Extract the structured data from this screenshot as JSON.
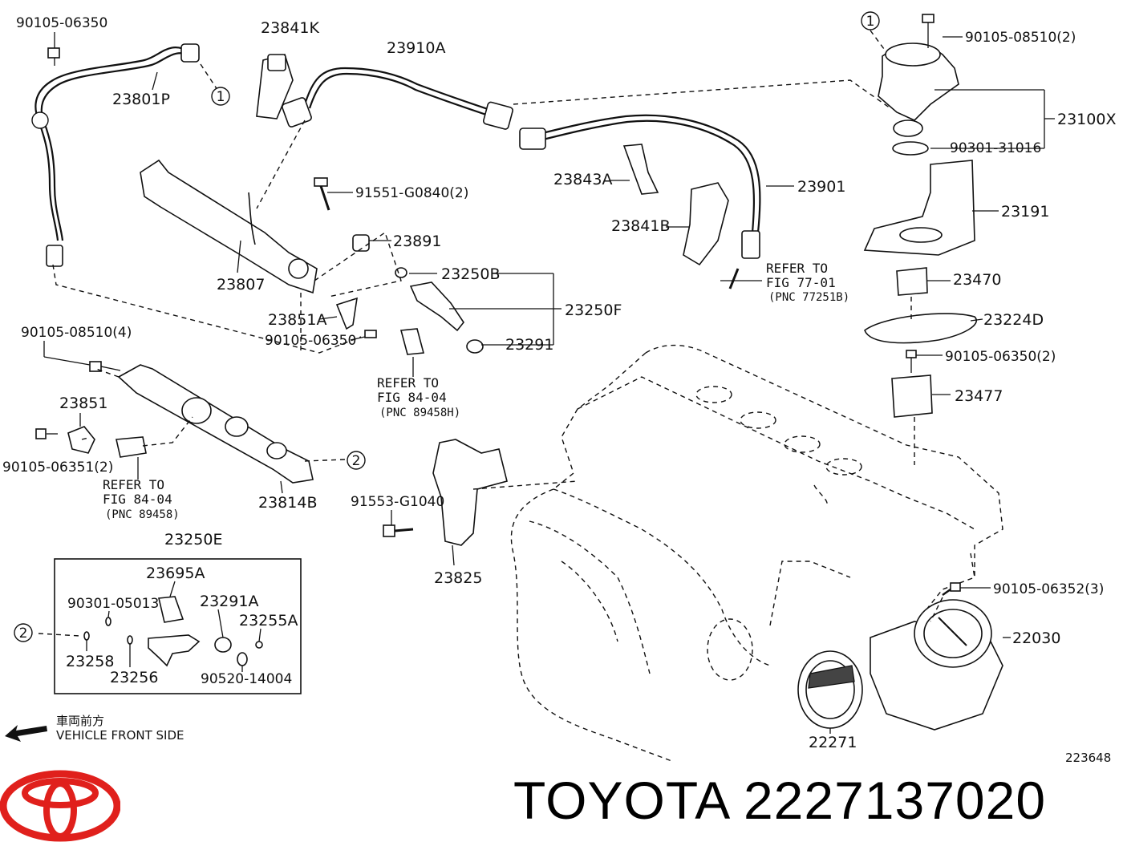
{
  "labels": {
    "p9010506350_top": "90105-06350",
    "p23841K": "23841K",
    "p23910A": "23910A",
    "p9010508510_2": "90105-08510(2)",
    "p23801P": "23801P",
    "p23100X": "23100X",
    "p9030131016": "90301-31016",
    "p23843A": "23843A",
    "p23901": "23901",
    "p23191": "23191",
    "p9155G0840": "91551-G0840(2)",
    "p23891": "23891",
    "p23841B": "23841B",
    "p23807": "23807",
    "p23250B": "23250B",
    "p23250F": "23250F",
    "p23470": "23470",
    "p23851A": "23851A",
    "p23224D": "23224D",
    "p9010506350_mid": "90105-06350",
    "p23291": "23291",
    "p9010506350_2": "90105-06350(2)",
    "p9010508510_4": "90105-08510(4)",
    "p23477": "23477",
    "p23851": "23851",
    "p9010506351_2": "90105-06351(2)",
    "p23814B": "23814B",
    "p91553G1040": "91553-G1040",
    "p23250E": "23250E",
    "p23825": "23825",
    "p23695A": "23695A",
    "p9030105013": "90301-05013",
    "p23291A": "23291A",
    "p23255A": "23255A",
    "p23258": "23258",
    "p23256": "23256",
    "p9052014004": "90520-14004",
    "p9010506352_3": "90105-06352(3)",
    "p22030": "22030",
    "p22271": "22271"
  },
  "refs": {
    "ref1": {
      "line1": "REFER TO",
      "line2": "FIG 77-01",
      "line3": "(PNC 77251B)"
    },
    "ref2": {
      "line1": "REFER TO",
      "line2": "FIG 84-04",
      "line3": "(PNC 89458H)"
    },
    "ref3": {
      "line1": "REFER TO",
      "line2": "FIG 84-04",
      "line3": "(PNC 89458)"
    }
  },
  "callouts": {
    "one": "1",
    "two": "2"
  },
  "direction": {
    "jp": "車両前方",
    "en": "VEHICLE FRONT SIDE"
  },
  "diagram_id": "223648",
  "footer": {
    "brand": "TOYOTA",
    "part_number": "2227137020"
  },
  "colors": {
    "logo": "#e0201c",
    "ink": "#111111"
  }
}
